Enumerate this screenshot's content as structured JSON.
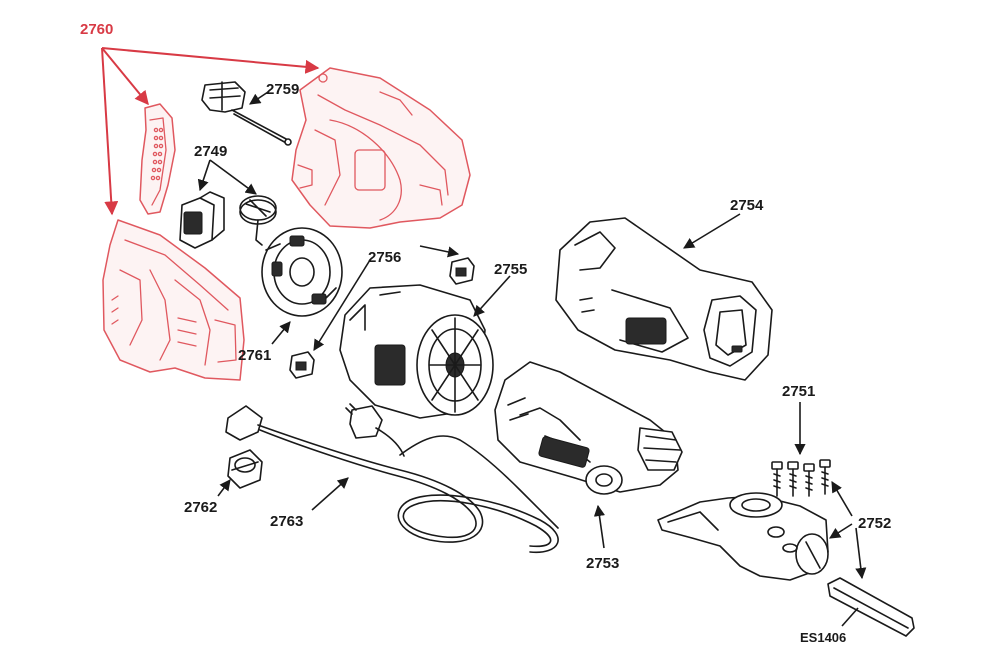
{
  "callouts": {
    "c2760": "2760",
    "c2759": "2759",
    "c2749": "2749",
    "c2756": "2756",
    "c2755": "2755",
    "c2761": "2761",
    "c2754": "2754",
    "c2751": "2751",
    "c2752": "2752",
    "c2762": "2762",
    "c2763": "2763",
    "c2753": "2753",
    "ces1406": "ES1406"
  },
  "colors": {
    "highlight": "#d83a45",
    "line_art": "#1a1a1a",
    "background": "#ffffff"
  }
}
